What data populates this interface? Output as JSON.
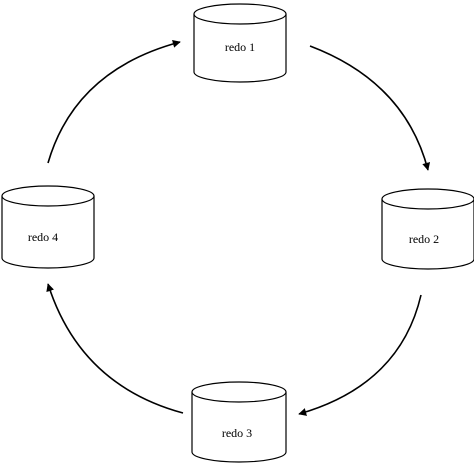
{
  "diagram": {
    "nodes": [
      {
        "id": "redo1",
        "label": "redo 1"
      },
      {
        "id": "redo2",
        "label": "redo 2"
      },
      {
        "id": "redo3",
        "label": "redo 3"
      },
      {
        "id": "redo4",
        "label": "redo 4"
      }
    ],
    "edges": [
      {
        "from": "redo1",
        "to": "redo2"
      },
      {
        "from": "redo2",
        "to": "redo3"
      },
      {
        "from": "redo3",
        "to": "redo4"
      },
      {
        "from": "redo4",
        "to": "redo1"
      }
    ],
    "colors": {
      "stroke": "#000000",
      "fill": "#ffffff",
      "background": "#ffffff"
    }
  }
}
